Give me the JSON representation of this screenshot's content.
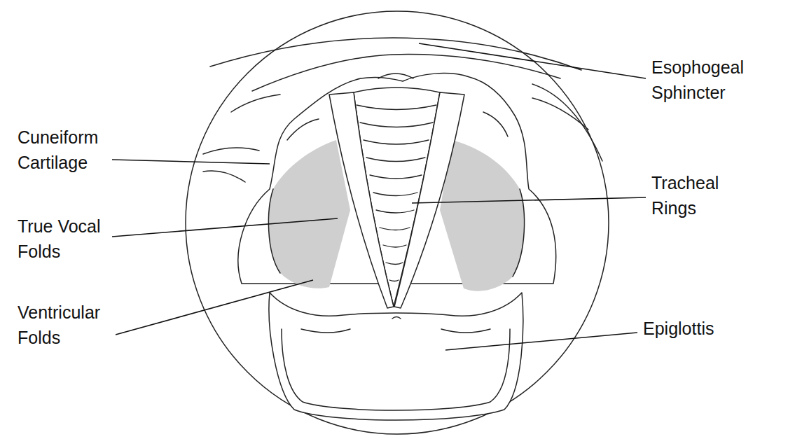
{
  "diagram": {
    "labels": [
      "Esophogeal Sphincter",
      "Cuneiform Cartilage",
      "True Vocal Folds",
      "Ventricular Folds",
      "Tracheal Rings",
      "Epiglottis"
    ]
  }
}
